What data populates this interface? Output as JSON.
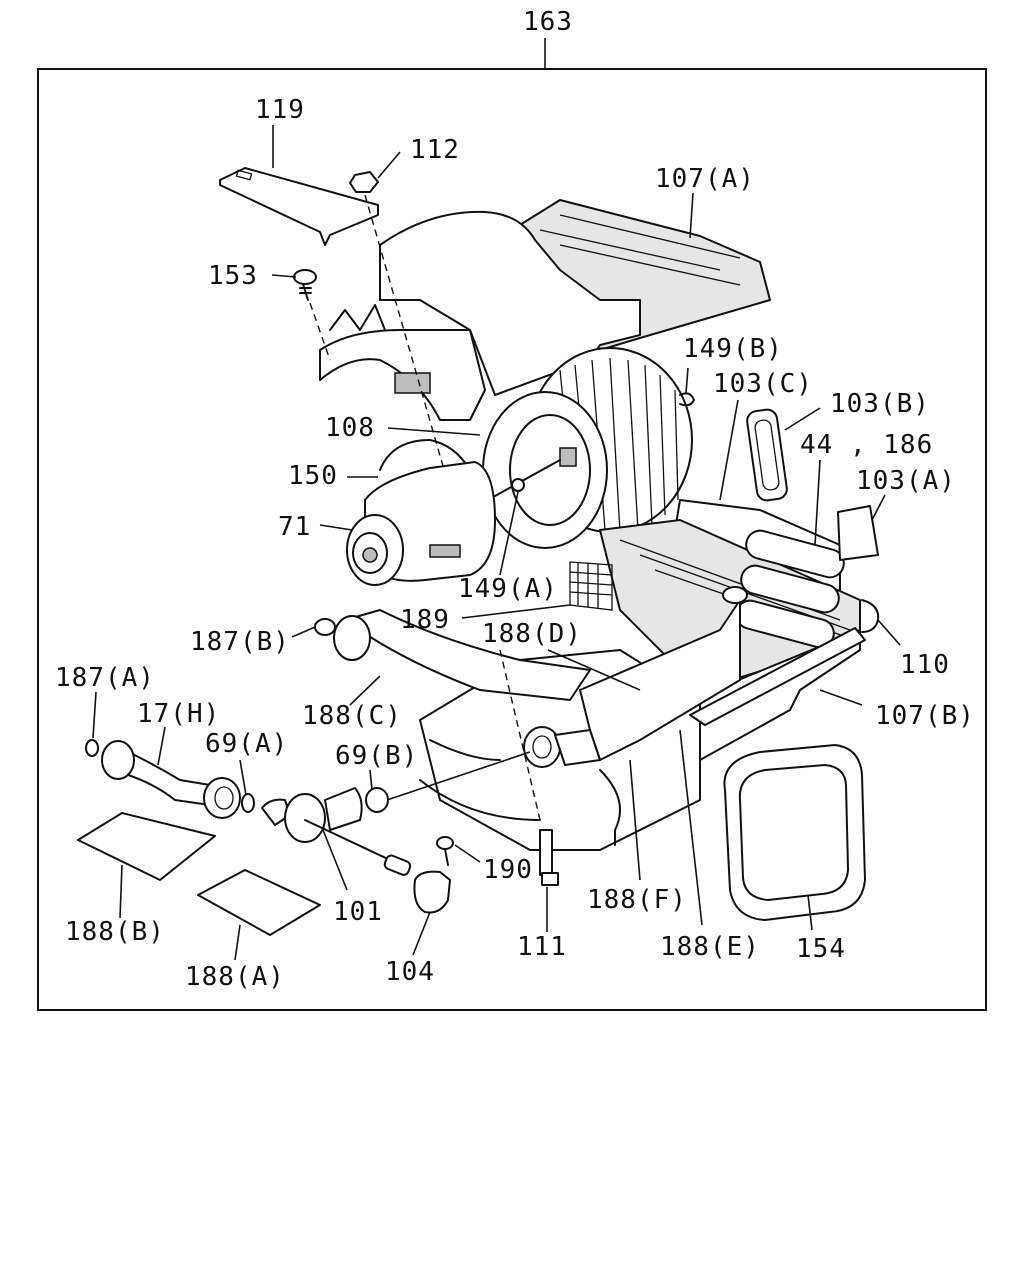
{
  "diagram": {
    "assembly_label": "163",
    "parts": {
      "p119": "119",
      "p112": "112",
      "p107A": "107(A)",
      "p153": "153",
      "p149B": "149(B)",
      "p103C": "103(C)",
      "p103B": "103(B)",
      "p108": "108",
      "p44_186": "44 , 186",
      "p103A": "103(A)",
      "p150": "150",
      "p71": "71",
      "p149A": "149(A)",
      "p189": "189",
      "p187B": "187(B)",
      "p188D": "188(D)",
      "p110": "110",
      "p187A": "187(A)",
      "p17H": "17(H)",
      "p188C": "188(C)",
      "p107B": "107(B)",
      "p69A": "69(A)",
      "p69B": "69(B)",
      "p190": "190",
      "p188F": "188(F)",
      "p188B": "188(B)",
      "p101": "101",
      "p111": "111",
      "p188E": "188(E)",
      "p154": "154",
      "p188A": "188(A)",
      "p104": "104"
    }
  }
}
